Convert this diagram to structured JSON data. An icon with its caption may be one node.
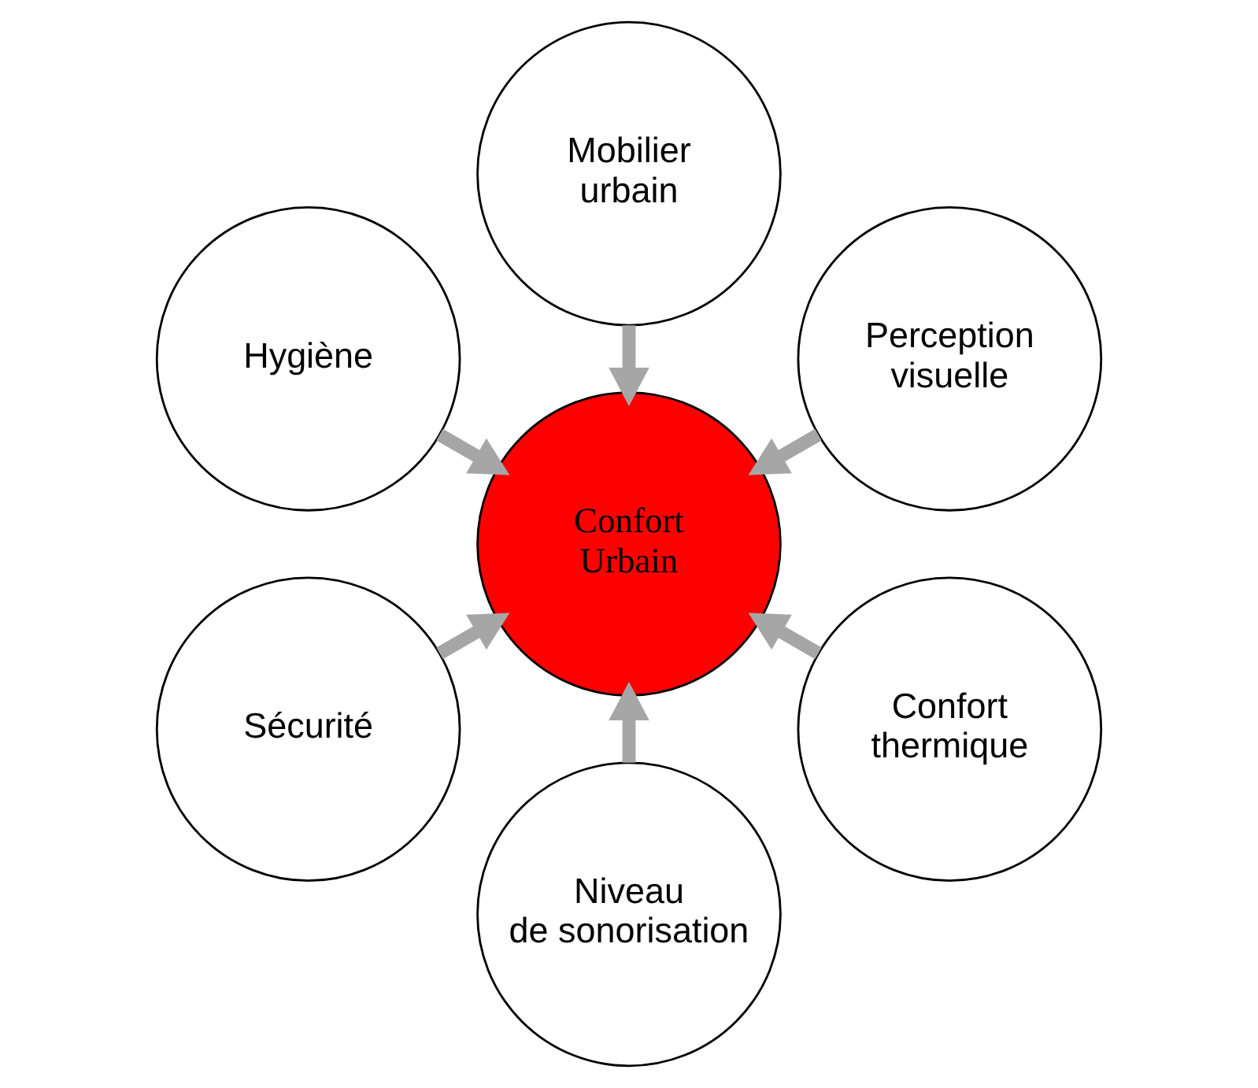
{
  "diagram": {
    "nodes": [
      {
        "text": [
          "Perception visuelle"
        ]
      },
      {
        "text": [
          "Mobilier urbain"
        ]
      },
      {
        "text": [
          "Hygiène"
        ]
      },
      {
        "text": [
          "Confort Urbain"
        ]
      },
      {
        "text": [
          "Sécurité"
        ]
      },
      {
        "text": [
          "Niveau de sonorisation"
        ]
      },
      {
        "text": [
          "Confort thermique"
        ]
      }
    ],
    "edges": [
      {
        "from": 0,
        "to": 3,
        "arrow": "to"
      },
      {
        "from": 2,
        "to": 3,
        "arrow": "to"
      },
      {
        "from": 5,
        "to": 3,
        "arrow": "to"
      },
      {
        "from": 6,
        "to": 3,
        "arrow": "to"
      },
      {
        "from": 4,
        "to": 3,
        "arrow": "to"
      },
      {
        "from": 1,
        "to": 3,
        "arrow": "to"
      }
    ]
  }
}
